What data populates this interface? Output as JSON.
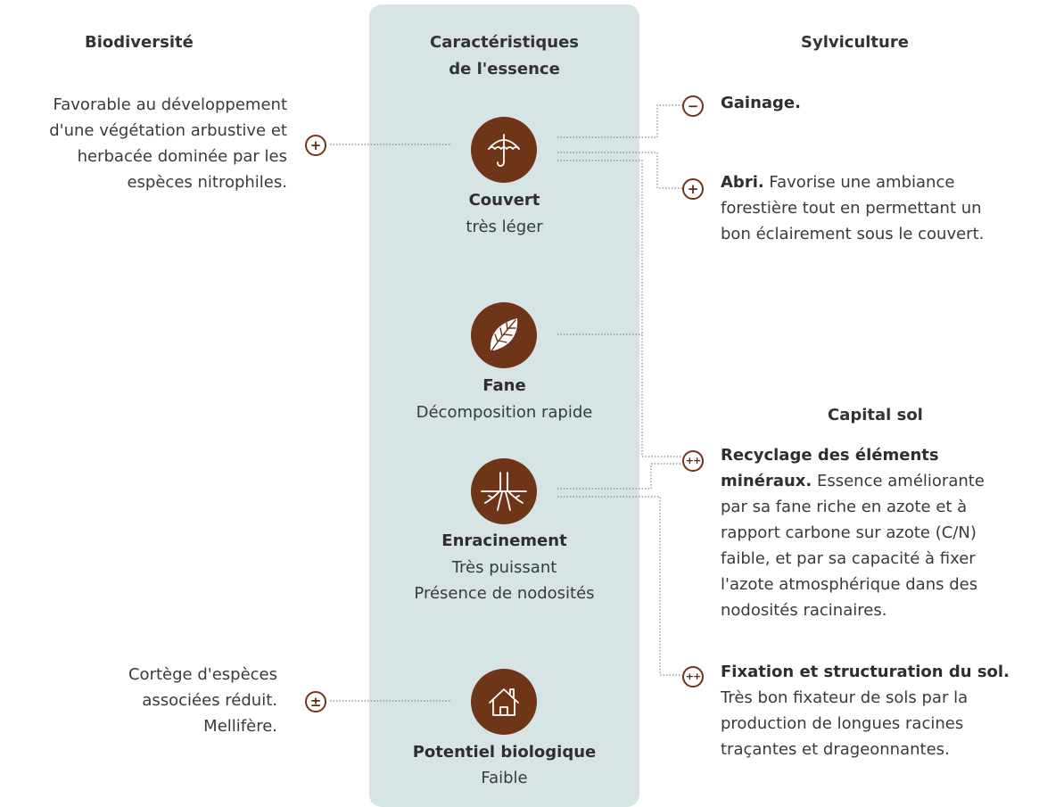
{
  "columns": {
    "left_title": "Biodiversité",
    "center_title_line1": "Caractéristiques",
    "center_title_line2": "de l'essence",
    "right_title": "Sylviculture"
  },
  "section_capital_sol": "Capital sol",
  "icons": {
    "umbrella": "umbrella-icon",
    "leaf": "leaf-icon",
    "roots": "roots-icon",
    "house": "house-icon"
  },
  "colors": {
    "panel": "#d6e4e5",
    "icon_circle": "#6e3518",
    "badge": "#6e3518",
    "connector": "#8a8a8a"
  },
  "characteristics": [
    {
      "title": "Couvert",
      "subtitle": "très léger"
    },
    {
      "title": "Fane",
      "subtitle": "Décomposition rapide"
    },
    {
      "title": "Enracinement",
      "subtitle_line1": "Très puissant",
      "subtitle_line2": "Présence de nodosités"
    },
    {
      "title": "Potentiel biologique",
      "subtitle": "Faible"
    }
  ],
  "biodiversity": [
    {
      "badge": "+",
      "lines": [
        "Favorable au développement",
        "d'une végétation arbustive et",
        "herbacée dominée par les",
        "espèces nitrophiles."
      ]
    },
    {
      "badge": "±",
      "lines": [
        "Cortège d'espèces",
        "associées réduit.",
        "Mellifère."
      ]
    }
  ],
  "sylviculture": [
    {
      "badge": "−",
      "bold": "Gainage.",
      "rest": ""
    },
    {
      "badge": "+",
      "bold": "Abri.",
      "line1_rest": " Favorise une ambiance",
      "lines": [
        "forestière tout en permettant un",
        "bon éclairement sous le couvert."
      ]
    }
  ],
  "capital_sol": [
    {
      "badge": "++",
      "line1_bold": "Recyclage des éléments",
      "line2_bold": "minéraux.",
      "line2_rest": " Essence améliorante",
      "lines": [
        "par sa fane riche en azote et à",
        "rapport carbone sur azote (C/N)",
        "faible, et par sa capacité à fixer",
        "l'azote atmosphérique dans des",
        "nodosités racinaires."
      ]
    },
    {
      "badge": "++",
      "bold": "Fixation et structuration du sol.",
      "lines": [
        "Très bon fixateur de sols par la",
        "production de longues racines",
        "traçantes et drageonnantes."
      ]
    }
  ]
}
